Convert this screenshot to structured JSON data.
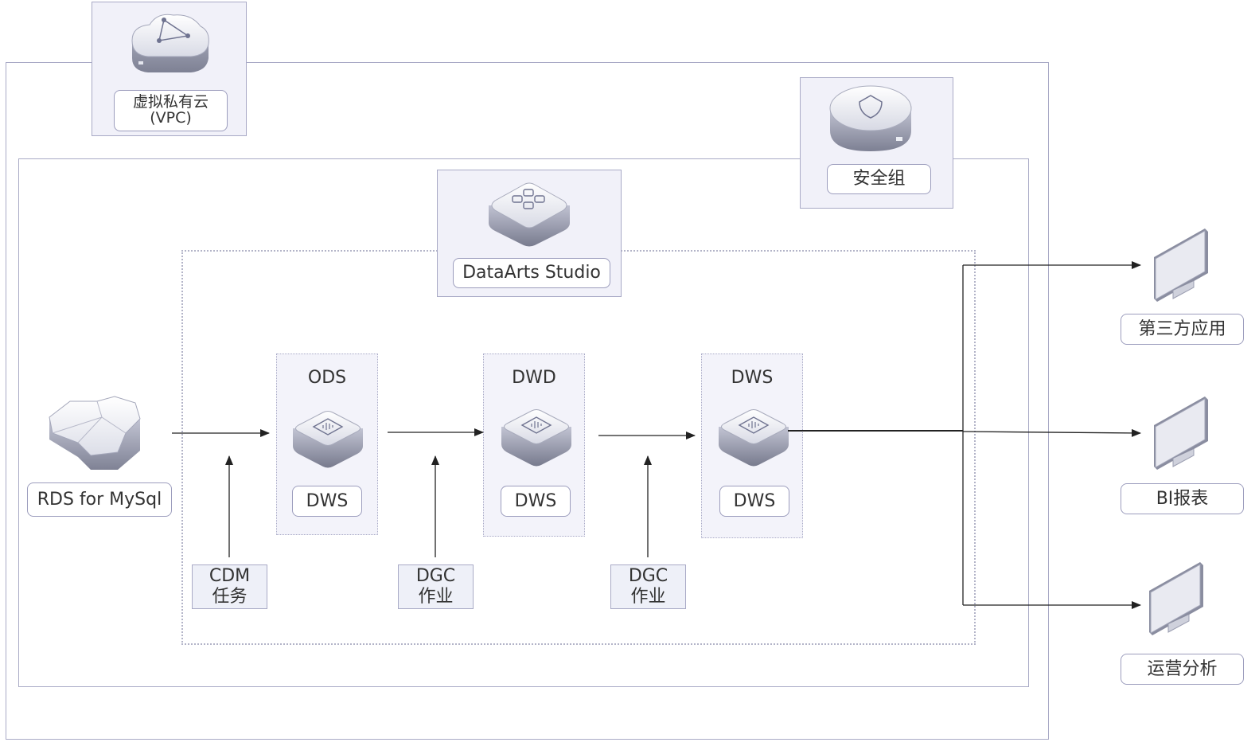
{
  "vpc": {
    "line1": "虚拟私有云",
    "line2": "(VPC)",
    "icon": "vpc-cloud-icon"
  },
  "security_group": {
    "label": "安全组",
    "icon": "security-shield-icon"
  },
  "dataarts": {
    "label": "DataArts Studio",
    "icon": "dataarts-studio-icon"
  },
  "source": {
    "label": "RDS for MySql",
    "icon": "rds-database-icon"
  },
  "layers": [
    {
      "title": "ODS",
      "label": "DWS",
      "icon": "dws-server-icon"
    },
    {
      "title": "DWD",
      "label": "DWS",
      "icon": "dws-server-icon"
    },
    {
      "title": "DWS",
      "label": "DWS",
      "icon": "dws-server-icon"
    }
  ],
  "tasks": [
    {
      "line1": "CDM",
      "line2": "任务"
    },
    {
      "line1": "DGC",
      "line2": "作业"
    },
    {
      "line1": "DGC",
      "line2": "作业"
    }
  ],
  "outputs": [
    {
      "label": "第三方应用",
      "icon": "monitor-icon"
    },
    {
      "label": "BI报表",
      "icon": "monitor-icon"
    },
    {
      "label": "运营分析",
      "icon": "monitor-icon"
    }
  ]
}
